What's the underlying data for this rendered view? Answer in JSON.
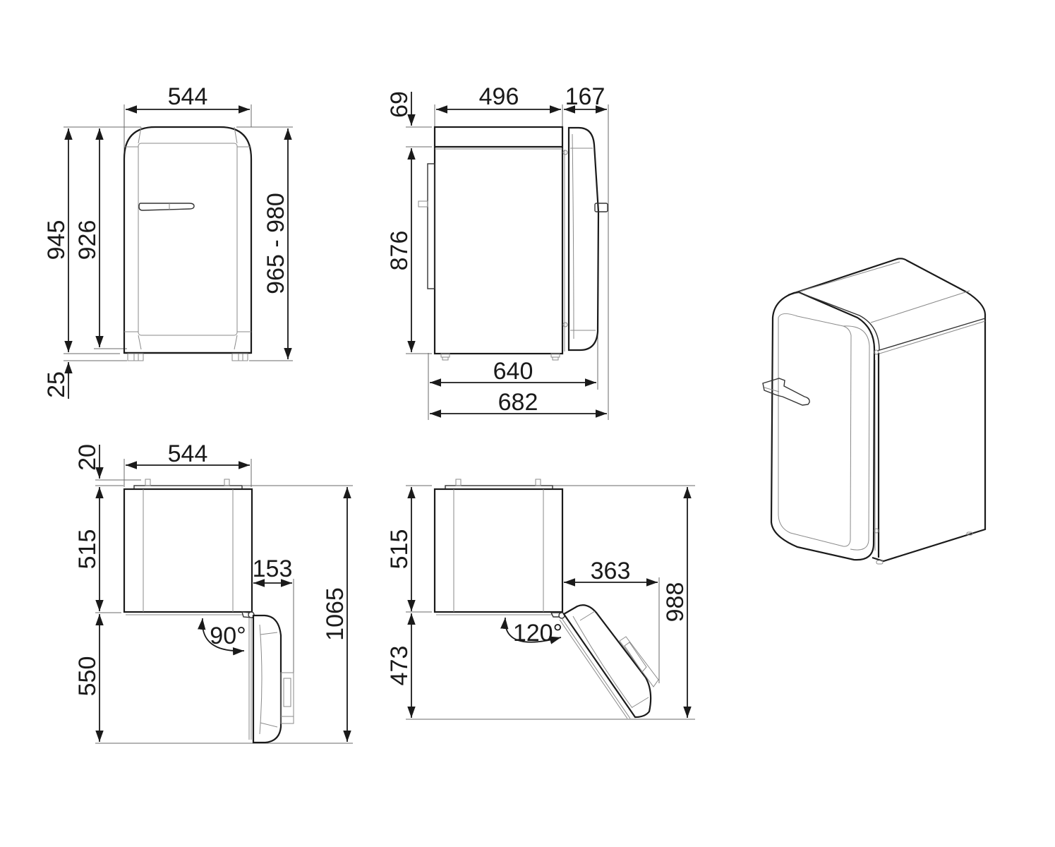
{
  "diagram": {
    "subject": "Compact retro refrigerator dimensional drawing",
    "units": "mm",
    "colors": {
      "line": "#1a1a1a",
      "thin_line": "#8a8a8a",
      "background": "#ffffff"
    }
  },
  "front_view": {
    "width": "544",
    "height_total": "945",
    "height_body": "926",
    "height_adjustable": "965 - 980",
    "feet_height": "25"
  },
  "side_view": {
    "body_depth": "496",
    "door_depth": "167",
    "top_gap": "69",
    "body_height": "876",
    "depth_without_handle": "640",
    "depth_total": "682"
  },
  "top_view_90": {
    "clearance_rear": "20",
    "width": "544",
    "depth": "515",
    "door_swing": "550",
    "handle_projection": "153",
    "total_depth": "1065",
    "angle": "90°"
  },
  "top_view_120": {
    "depth": "515",
    "door_swing": "473",
    "door_projection": "363",
    "total_depth": "988",
    "angle": "120°"
  },
  "isometric_view": {
    "label": "isometric-fridge"
  }
}
